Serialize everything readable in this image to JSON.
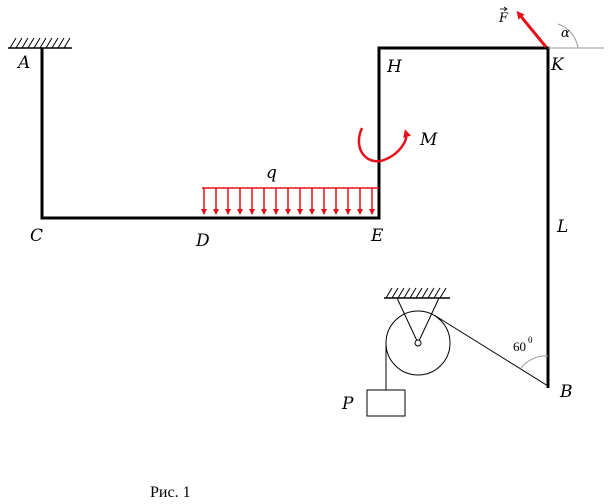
{
  "points": {
    "A": "A",
    "C": "C",
    "D": "D",
    "E": "E",
    "H": "H",
    "K": "K",
    "L": "L",
    "B": "B"
  },
  "loads": {
    "distributed": "q",
    "moment": "M",
    "force": "F",
    "force_angle": "α",
    "weight": "P"
  },
  "angle": {
    "value": "60",
    "unit": "0"
  },
  "caption": "Рис. 1",
  "colors": {
    "frame": "#000000",
    "load": "#e8111b",
    "support": "#000000"
  }
}
